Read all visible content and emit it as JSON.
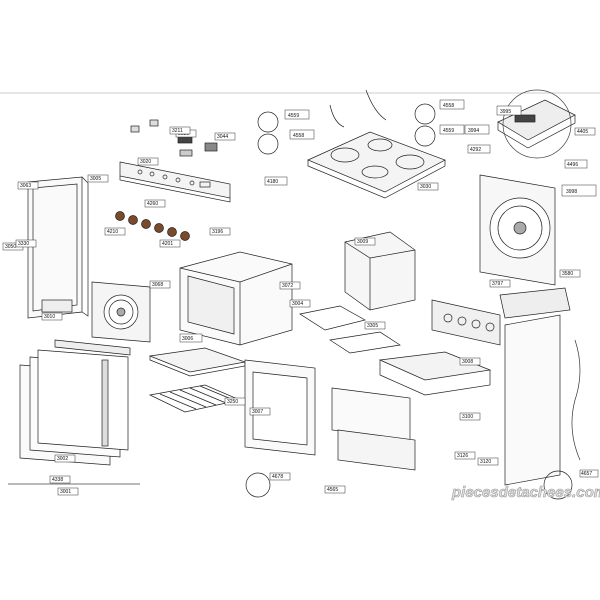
{
  "watermark": "piecesdetachees.com",
  "part_labels": [
    "3998",
    "3995",
    "3994",
    "4558",
    "4559",
    "4559",
    "4558",
    "4496",
    "4292",
    "4180",
    "3006",
    "3002",
    "3004",
    "3007",
    "3008",
    "3009",
    "3005",
    "3001",
    "3010",
    "3020",
    "3025",
    "3030",
    "3044",
    "3050",
    "3063",
    "3068",
    "3072",
    "3100",
    "3120",
    "3126",
    "3196",
    "3211",
    "3250",
    "3305",
    "3330",
    "3580",
    "3797",
    "4201",
    "4210",
    "4260",
    "4338",
    "4405",
    "4565",
    "4657",
    "4678"
  ]
}
